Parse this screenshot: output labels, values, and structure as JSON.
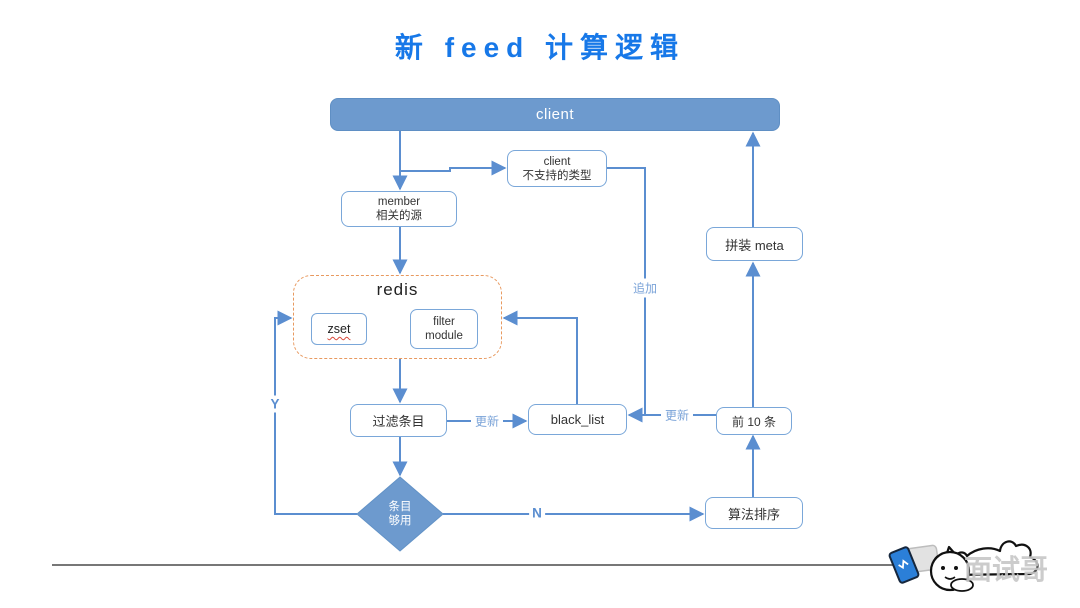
{
  "title": "新 feed 计算逻辑",
  "nodes": {
    "client": {
      "label": "client"
    },
    "client_unsupported": {
      "line1": "client",
      "line2": "不支持的类型"
    },
    "member_source": {
      "line1": "member",
      "line2": "相关的源"
    },
    "redis_group": {
      "label": "redis"
    },
    "zset": {
      "label": "zset"
    },
    "filter_module": {
      "line1": "filter",
      "line2": "module"
    },
    "filter_entries": {
      "label": "过滤条目"
    },
    "black_list": {
      "label": "black_list"
    },
    "assemble_meta": {
      "label": "拼装 meta"
    },
    "top_10": {
      "label": "前 10 条"
    },
    "algorithm_sort": {
      "label": "算法排序"
    },
    "decision": {
      "line1": "条目",
      "line2": "够用"
    }
  },
  "edge_labels": {
    "update_left": "更新",
    "update_right": "更新",
    "append": "追加",
    "yes": "Y",
    "no": "N"
  },
  "watermark": {
    "text": "面试哥"
  },
  "colors": {
    "title_blue": "#1778e8",
    "node_fill_blue": "#6d9ace",
    "connector_blue": "#5b8ed0",
    "box_border_blue": "#7aa7d9",
    "redis_border_orange": "#e8995f",
    "edge_label_blue": "#7aa3d8",
    "zset_underline_red": "#d9493a",
    "watermark_gray": "#c7c7c7"
  }
}
